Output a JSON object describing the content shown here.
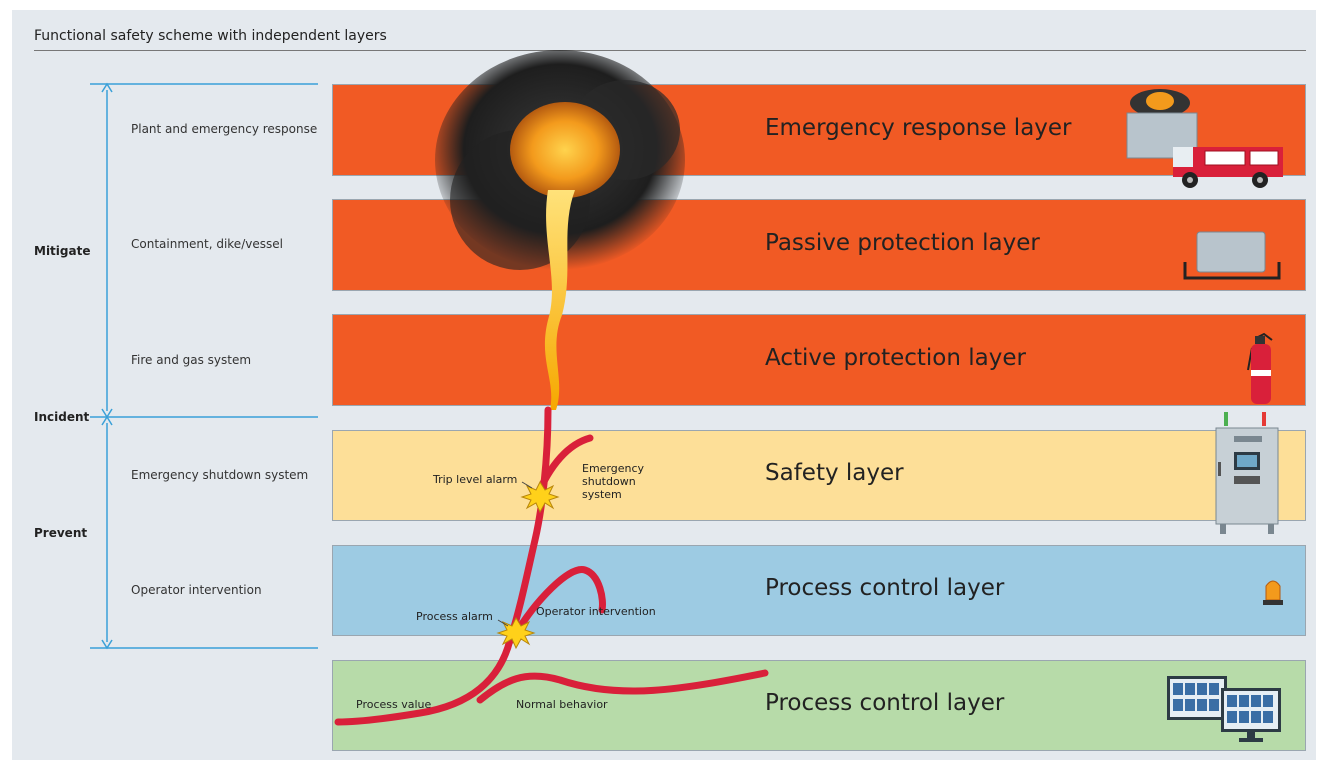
{
  "title": "Functional safety scheme with independent layers",
  "groups": {
    "mitigate": "Mitigate",
    "incident": "Incident",
    "prevent": "Prevent"
  },
  "layers": [
    {
      "label": "Emergency response layer",
      "side": "Plant and emergency response",
      "color": "#f15a24"
    },
    {
      "label": "Passive protection layer",
      "side": "Containment, dike/vessel",
      "color": "#f15a24"
    },
    {
      "label": "Active protection layer",
      "side": "Fire and gas system",
      "color": "#f15a24"
    },
    {
      "label": "Safety layer",
      "side": "Emergency shutdown system",
      "color": "#fddf98"
    },
    {
      "label": "Process control layer",
      "side": "Operator intervention",
      "color": "#9dcbe3"
    },
    {
      "label": "Process control layer",
      "side": "",
      "color": "#b7dba9"
    }
  ],
  "annotations": {
    "trip_level_alarm": "Trip level alarm",
    "esd_line1": "Emergency",
    "esd_line2": "shutdown",
    "esd_line3": "system",
    "process_alarm": "Process alarm",
    "operator_intervention": "Operator intervention",
    "process_value": "Process value",
    "normal_behavior": "Normal behavior"
  },
  "icons": [
    "fire-truck-icon",
    "vessel-dike-icon",
    "fire-extinguisher-icon",
    "control-cabinet-icon",
    "alarm-beacon-icon",
    "monitors-icon"
  ]
}
